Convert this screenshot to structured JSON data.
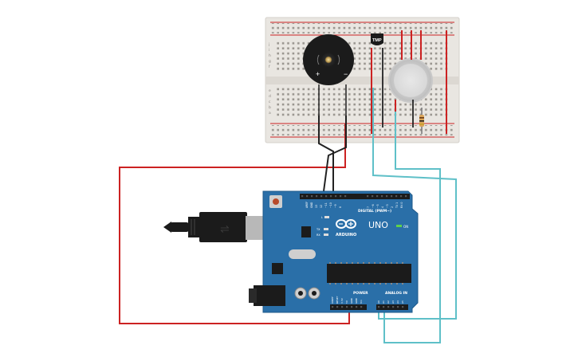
{
  "breadboard": {
    "row_letters_top": [
      "j",
      "i",
      "h",
      "g",
      "f"
    ],
    "row_letters_bottom": [
      "e",
      "d",
      "c",
      "b",
      "a"
    ]
  },
  "components": {
    "temp_sensor_label": "TMP",
    "buzzer_plus": "+",
    "buzzer_minus": "−"
  },
  "arduino": {
    "aref_label": "AREF",
    "gnd_label": "GND",
    "pin_numbers": [
      "13",
      "12",
      "~11",
      "~10",
      "~9",
      "8",
      "7",
      "~6",
      "~5",
      "4",
      "~3",
      "2",
      "TX 1",
      "RX 0"
    ],
    "digital_label": "DIGITAL (PWM~)",
    "led_l": "L",
    "led_tx": "TX",
    "led_rx": "RX",
    "brand": "ARDUINO",
    "model": "UNO",
    "on_label": "ON",
    "power_label": "POWER",
    "analog_label": "ANALOG IN",
    "power_pins": [
      "IOREF",
      "RESET",
      "3.3V",
      "5V",
      "GND",
      "GND",
      "Vin"
    ],
    "analog_pins": [
      "A0",
      "A1",
      "A2",
      "A3",
      "A4",
      "A5"
    ]
  },
  "colors": {
    "board": "#2a6fa8",
    "board_dark": "#1f5a8a",
    "breadboard": "#e9e6e1",
    "wire_red": "#cc2222",
    "wire_black": "#222222",
    "wire_cyan": "#5fc0c8"
  }
}
